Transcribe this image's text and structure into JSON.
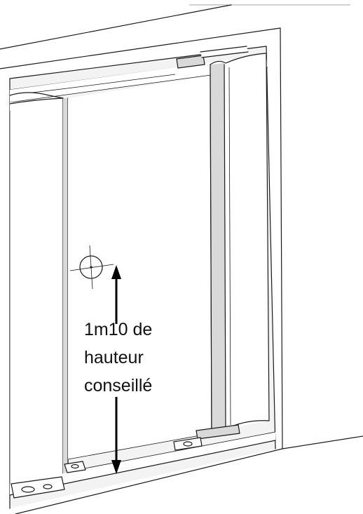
{
  "annotation": {
    "lines": [
      "1m10 de",
      "hauteur",
      "conseillé"
    ]
  }
}
